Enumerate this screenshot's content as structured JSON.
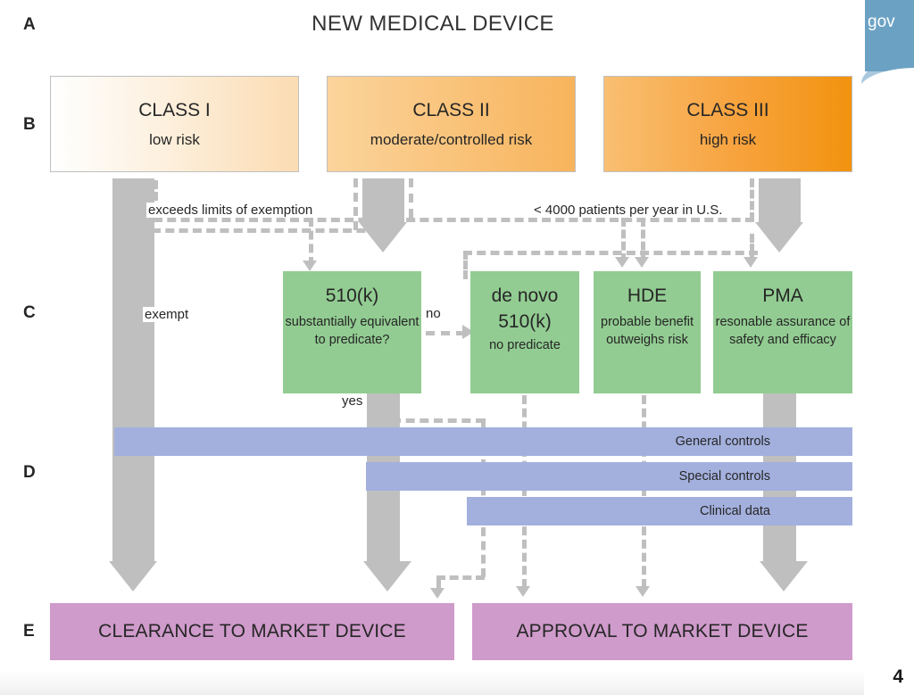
{
  "slide": {
    "title": "NEW MEDICAL DEVICE",
    "page_number": "4",
    "banner_text": "gov"
  },
  "row_letters": [
    "A",
    "B",
    "C",
    "D",
    "E"
  ],
  "classes": [
    {
      "name": "CLASS I",
      "risk": "low risk"
    },
    {
      "name": "CLASS II",
      "risk": "moderate/controlled risk"
    },
    {
      "name": "CLASS III",
      "risk": "high risk"
    }
  ],
  "pathways": [
    {
      "title": "510(k)",
      "subtitle": "substantially equivalent to predicate?"
    },
    {
      "title": "de novo 510(k)",
      "title_line1": "de novo",
      "title_line2": "510(k)",
      "subtitle": "no predicate"
    },
    {
      "title": "HDE",
      "subtitle": "probable benefit outweighs risk"
    },
    {
      "title": "PMA",
      "subtitle": "resonable assurance of safety and efficacy"
    }
  ],
  "controls": [
    {
      "label": "General controls"
    },
    {
      "label": "Special controls"
    },
    {
      "label": "Clinical data"
    }
  ],
  "outcomes": [
    {
      "label": "CLEARANCE TO MARKET DEVICE"
    },
    {
      "label": "APPROVAL TO MARKET DEVICE"
    }
  ],
  "edge_labels": {
    "exceeds": "exceeds limits of exemption",
    "patients": "< 4000 patients per year in U.S.",
    "exempt": "exempt",
    "no": "no",
    "yes": "yes"
  },
  "colors": {
    "class1": "#fdf2e2",
    "class2": "#f9c278",
    "class3": "#f2930f",
    "pathway_green": "#92cc92",
    "control_blue": "#a3b0dd",
    "outcome_purple": "#cf9bcb",
    "arrow_grey": "#bfbfbf",
    "banner_blue": "#6ba2c4"
  }
}
